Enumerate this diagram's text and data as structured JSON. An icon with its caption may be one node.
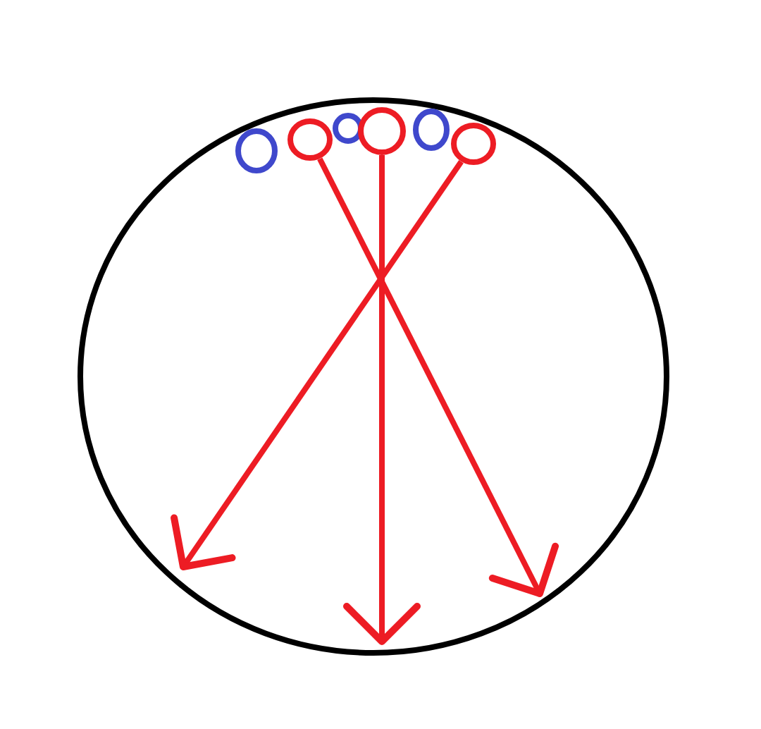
{
  "diagram": {
    "nodes": [
      {
        "text": [],
        "shape": "circle"
      },
      {
        "text": [],
        "shape": "circle",
        "in": 0
      },
      {
        "text": [],
        "shape": "circle",
        "in": 0
      },
      {
        "text": [],
        "shape": "circle",
        "in": 0
      },
      {
        "text": [],
        "shape": "circle",
        "in": 0
      },
      {
        "text": [],
        "shape": "circle",
        "in": 0
      },
      {
        "text": [],
        "shape": "circle",
        "in": 0
      }
    ],
    "edges": [
      {
        "from": 2,
        "to": null,
        "arrow": "to"
      },
      {
        "from": 4,
        "to": null,
        "arrow": "to"
      },
      {
        "from": 6,
        "to": null,
        "arrow": "to"
      }
    ]
  }
}
